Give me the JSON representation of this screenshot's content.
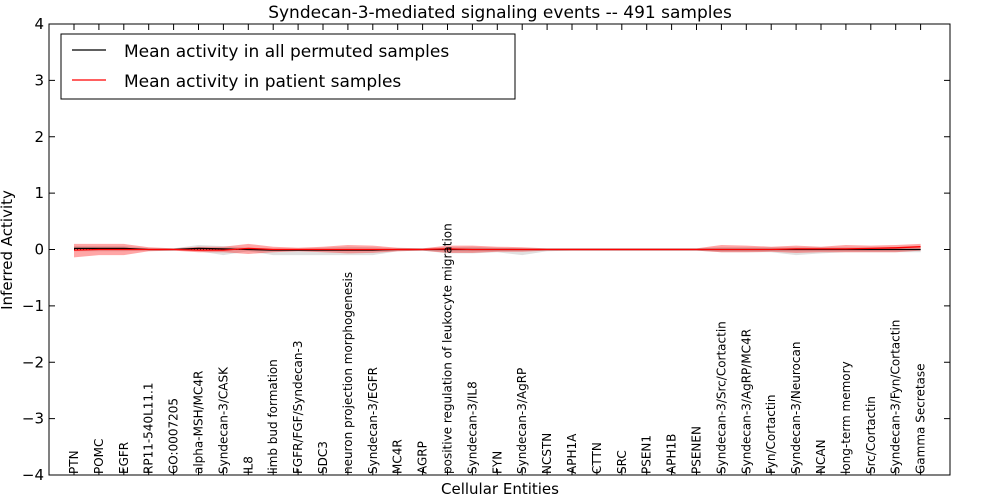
{
  "chart_data": {
    "type": "line",
    "title": "Syndecan-3-mediated signaling events -- 491 samples",
    "xlabel": "Cellular Entities",
    "ylabel": "Inferred Activity",
    "ylim": [
      -4,
      4
    ],
    "yticks": [
      4,
      3,
      2,
      1,
      0,
      -1,
      -2,
      -3,
      -4
    ],
    "ytick_labels": [
      "4",
      "3",
      "2",
      "1",
      "0",
      "−1",
      "−2",
      "−3",
      "−4"
    ],
    "grid": false,
    "legend_position": "top-left",
    "categories": [
      "PTN",
      "POMC",
      "EGFR",
      "RP11-540L11.1",
      "GO:0007205",
      "alpha-MSH/MC4R",
      "Syndecan-3/CASK",
      "IL8",
      "limb bud formation",
      "FGFR/FGF/Syndecan-3",
      "SDC3",
      "neuron projection morphogenesis",
      "Syndecan-3/EGFR",
      "MC4R",
      "AGRP",
      "positive regulation of leukocyte migration",
      "Syndecan-3/IL8",
      "FYN",
      "Syndecan-3/AgRP",
      "NCSTN",
      "APH1A",
      "CTTN",
      "SRC",
      "PSEN1",
      "APH1B",
      "PSENEN",
      "Syndecan-3/Src/Cortactin",
      "Syndecan-3/AgRP/MC4R",
      "Fyn/Cortactin",
      "Syndecan-3/Neurocan",
      "NCAN",
      "long-term memory",
      "Src/Cortactin",
      "Syndecan-3/Fyn/Cortactin",
      "Gamma Secretase"
    ],
    "series": [
      {
        "name": "Mean activity in all permuted samples",
        "color": "#000000",
        "values": [
          0.02,
          0.02,
          0.02,
          0.0,
          0.0,
          0.02,
          0.01,
          0.0,
          -0.01,
          -0.01,
          -0.01,
          -0.01,
          -0.01,
          0.0,
          0.0,
          0.0,
          0.0,
          0.0,
          0.0,
          0.0,
          0.0,
          0.0,
          0.0,
          0.0,
          0.0,
          0.0,
          0.0,
          0.0,
          0.0,
          0.0,
          0.0,
          0.0,
          0.0,
          0.0,
          0.0
        ],
        "band_upper": [
          0.06,
          0.06,
          0.06,
          0.02,
          0.02,
          0.08,
          0.06,
          0.03,
          0.02,
          0.02,
          0.03,
          0.05,
          0.04,
          0.02,
          0.02,
          0.04,
          0.05,
          0.03,
          0.02,
          0.02,
          0.02,
          0.02,
          0.02,
          0.02,
          0.02,
          0.02,
          0.04,
          0.04,
          0.04,
          0.04,
          0.04,
          0.04,
          0.04,
          0.04,
          0.04
        ],
        "band_lower": [
          -0.03,
          -0.03,
          -0.03,
          -0.02,
          -0.02,
          -0.03,
          -0.1,
          -0.03,
          -0.1,
          -0.1,
          -0.1,
          -0.1,
          -0.1,
          -0.03,
          -0.02,
          -0.07,
          -0.07,
          -0.05,
          -0.1,
          -0.03,
          -0.02,
          -0.02,
          -0.02,
          -0.02,
          -0.02,
          -0.02,
          -0.05,
          -0.05,
          -0.05,
          -0.1,
          -0.07,
          -0.05,
          -0.05,
          -0.05,
          -0.05
        ],
        "band_color": "#bbbbbb"
      },
      {
        "name": "Mean activity in patient samples",
        "color": "#ff0000",
        "values": [
          -0.01,
          0.0,
          0.0,
          0.0,
          0.0,
          -0.01,
          -0.01,
          0.02,
          0.0,
          0.0,
          0.0,
          0.0,
          0.0,
          0.0,
          0.0,
          0.01,
          0.0,
          0.0,
          0.0,
          0.0,
          0.0,
          0.0,
          0.0,
          0.0,
          0.0,
          0.0,
          0.0,
          0.0,
          0.0,
          0.01,
          0.01,
          0.01,
          0.02,
          0.03,
          0.05
        ],
        "band_upper": [
          0.1,
          0.1,
          0.1,
          0.04,
          0.02,
          0.05,
          0.05,
          0.1,
          0.05,
          0.03,
          0.05,
          0.08,
          0.07,
          0.03,
          0.02,
          0.07,
          0.07,
          0.05,
          0.04,
          0.02,
          0.02,
          0.02,
          0.02,
          0.02,
          0.02,
          0.02,
          0.08,
          0.07,
          0.05,
          0.07,
          0.05,
          0.08,
          0.07,
          0.08,
          0.1
        ],
        "band_lower": [
          -0.14,
          -0.1,
          -0.1,
          -0.03,
          -0.02,
          -0.05,
          -0.05,
          -0.08,
          -0.05,
          -0.03,
          -0.05,
          -0.07,
          -0.06,
          -0.03,
          -0.02,
          -0.06,
          -0.06,
          -0.04,
          -0.04,
          -0.02,
          -0.02,
          -0.02,
          -0.02,
          -0.02,
          -0.02,
          -0.02,
          -0.05,
          -0.05,
          -0.04,
          -0.06,
          -0.05,
          -0.05,
          -0.05,
          -0.05,
          -0.02
        ],
        "band_color": "#ff0000"
      }
    ]
  }
}
